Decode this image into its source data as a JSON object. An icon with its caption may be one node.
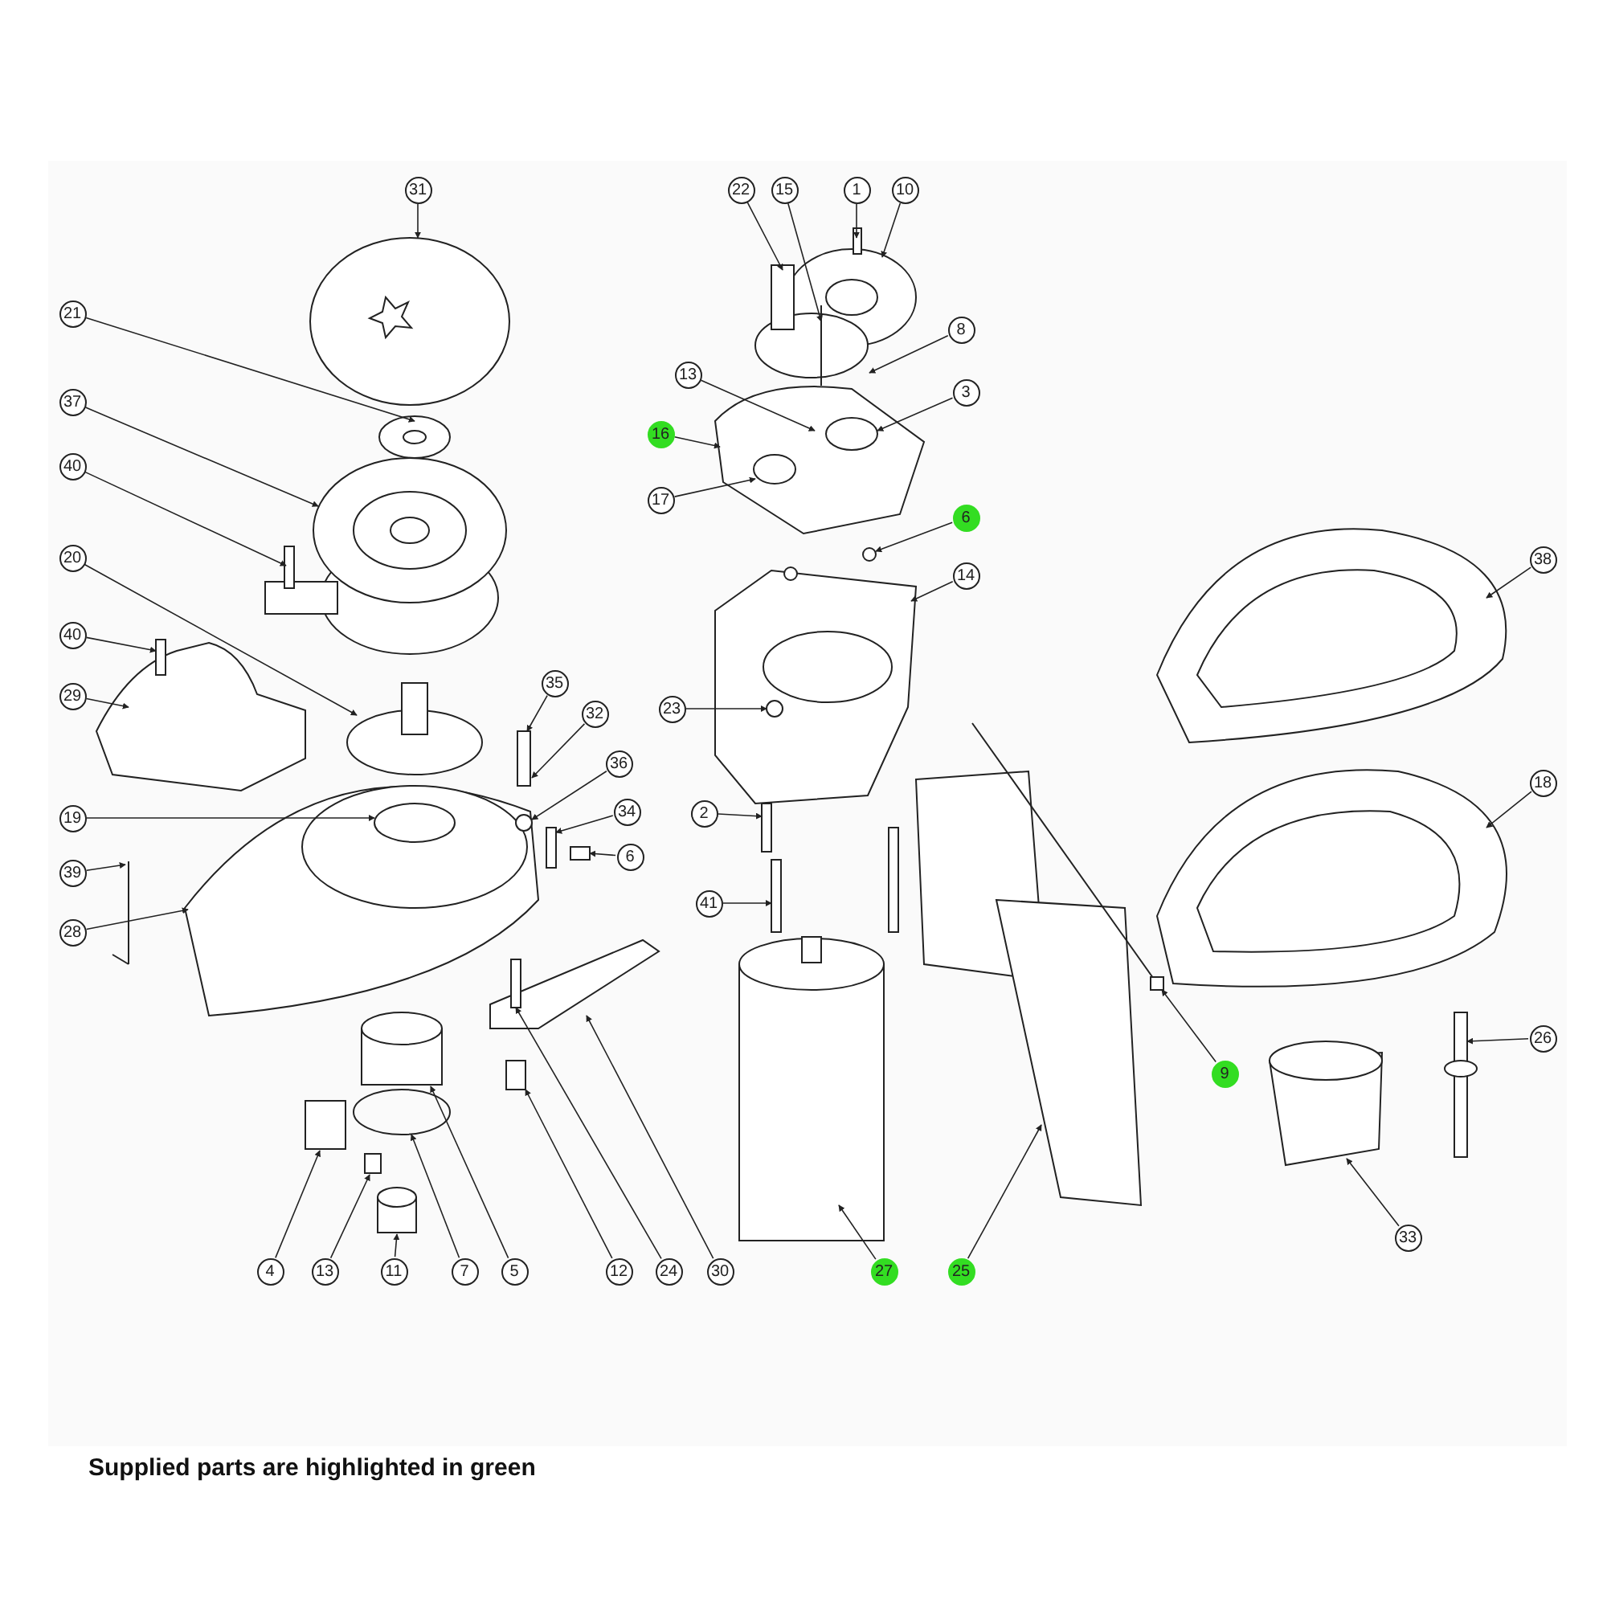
{
  "diagram": {
    "caption": "Supplied parts are highlighted in green",
    "nodes": [
      {
        "text": [
          "31"
        ]
      },
      {
        "text": [
          "22"
        ]
      },
      {
        "text": [
          "15"
        ]
      },
      {
        "text": [
          "1"
        ]
      },
      {
        "text": [
          "10"
        ]
      },
      {
        "text": [
          "21"
        ]
      },
      {
        "text": [
          "8"
        ]
      },
      {
        "text": [
          "13"
        ]
      },
      {
        "text": [
          "3"
        ]
      },
      {
        "text": [
          "37"
        ]
      },
      {
        "text": [
          "16"
        ]
      },
      {
        "text": [
          "17"
        ]
      },
      {
        "text": [
          "40"
        ]
      },
      {
        "text": [
          "6"
        ]
      },
      {
        "text": [
          "20"
        ]
      },
      {
        "text": [
          "14"
        ]
      },
      {
        "text": [
          "38"
        ]
      },
      {
        "text": [
          "40"
        ]
      },
      {
        "text": [
          "35"
        ]
      },
      {
        "text": [
          "29"
        ]
      },
      {
        "text": [
          "23"
        ]
      },
      {
        "text": [
          "32"
        ]
      },
      {
        "text": [
          "36"
        ]
      },
      {
        "text": [
          "18"
        ]
      },
      {
        "text": [
          "34"
        ]
      },
      {
        "text": [
          "19"
        ]
      },
      {
        "text": [
          "2"
        ]
      },
      {
        "text": [
          "6"
        ]
      },
      {
        "text": [
          "39"
        ]
      },
      {
        "text": [
          "41"
        ]
      },
      {
        "text": [
          "28"
        ]
      },
      {
        "text": [
          "26"
        ]
      },
      {
        "text": [
          "9"
        ]
      },
      {
        "text": [
          "33"
        ]
      },
      {
        "text": [
          "4"
        ]
      },
      {
        "text": [
          "13"
        ]
      },
      {
        "text": [
          "11"
        ]
      },
      {
        "text": [
          "7"
        ]
      },
      {
        "text": [
          "5"
        ]
      },
      {
        "text": [
          "12"
        ]
      },
      {
        "text": [
          "24"
        ]
      },
      {
        "text": [
          "30"
        ]
      },
      {
        "text": [
          "27"
        ]
      },
      {
        "text": [
          "25"
        ]
      }
    ],
    "edges": [
      {
        "from": 0,
        "to": null,
        "arrow": "to"
      },
      {
        "from": 1,
        "to": null,
        "arrow": "to"
      },
      {
        "from": 2,
        "to": null,
        "arrow": "to"
      },
      {
        "from": 3,
        "to": null,
        "arrow": "to"
      },
      {
        "from": 4,
        "to": null,
        "arrow": "to"
      },
      {
        "from": 5,
        "to": null,
        "arrow": "to"
      },
      {
        "from": 6,
        "to": null,
        "arrow": "to"
      },
      {
        "from": 7,
        "to": null,
        "arrow": "to"
      },
      {
        "from": 8,
        "to": null,
        "arrow": "to"
      },
      {
        "from": 9,
        "to": null,
        "arrow": "to"
      },
      {
        "from": 10,
        "to": null,
        "arrow": "to"
      },
      {
        "from": 11,
        "to": null,
        "arrow": "to"
      },
      {
        "from": 12,
        "to": null,
        "arrow": "to"
      },
      {
        "from": 13,
        "to": null,
        "arrow": "to"
      },
      {
        "from": 14,
        "to": null,
        "arrow": "to"
      },
      {
        "from": 15,
        "to": null,
        "arrow": "to"
      },
      {
        "from": 16,
        "to": null,
        "arrow": "to"
      },
      {
        "from": 17,
        "to": null,
        "arrow": "to"
      },
      {
        "from": 18,
        "to": null,
        "arrow": "to"
      },
      {
        "from": 19,
        "to": null,
        "arrow": "to"
      },
      {
        "from": 20,
        "to": null,
        "arrow": "to"
      },
      {
        "from": 21,
        "to": null,
        "arrow": "to"
      },
      {
        "from": 22,
        "to": null,
        "arrow": "to"
      },
      {
        "from": 23,
        "to": null,
        "arrow": "to"
      },
      {
        "from": 24,
        "to": null,
        "arrow": "to"
      },
      {
        "from": 25,
        "to": null,
        "arrow": "to"
      },
      {
        "from": 26,
        "to": null,
        "arrow": "to"
      },
      {
        "from": 27,
        "to": null,
        "arrow": "to"
      },
      {
        "from": 28,
        "to": null,
        "arrow": "to"
      },
      {
        "from": 29,
        "to": null,
        "arrow": "to"
      },
      {
        "from": 30,
        "to": null,
        "arrow": "to"
      },
      {
        "from": 31,
        "to": null,
        "arrow": "to"
      },
      {
        "from": 32,
        "to": null,
        "arrow": "to"
      },
      {
        "from": 33,
        "to": null,
        "arrow": "to"
      },
      {
        "from": 34,
        "to": null,
        "arrow": "to"
      },
      {
        "from": 35,
        "to": null,
        "arrow": "to"
      },
      {
        "from": 36,
        "to": null,
        "arrow": "to"
      },
      {
        "from": 37,
        "to": null,
        "arrow": "to"
      },
      {
        "from": 38,
        "to": null,
        "arrow": "to"
      },
      {
        "from": 39,
        "to": null,
        "arrow": "to"
      },
      {
        "from": 40,
        "to": null,
        "arrow": "to"
      },
      {
        "from": 41,
        "to": null,
        "arrow": "to"
      },
      {
        "from": 42,
        "to": null,
        "arrow": "to"
      },
      {
        "from": 43,
        "to": null,
        "arrow": "to"
      }
    ]
  }
}
